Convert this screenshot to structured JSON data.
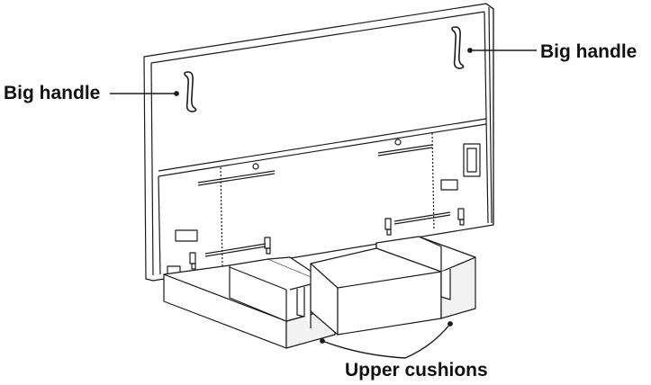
{
  "callouts": {
    "left_handle": "Big handle",
    "right_handle": "Big handle",
    "cushions": "Upper cushions"
  },
  "colors": {
    "line": "#1a1a1a",
    "panel_fill": "#ffffff",
    "cushion_shade": "#f2f2f2"
  }
}
